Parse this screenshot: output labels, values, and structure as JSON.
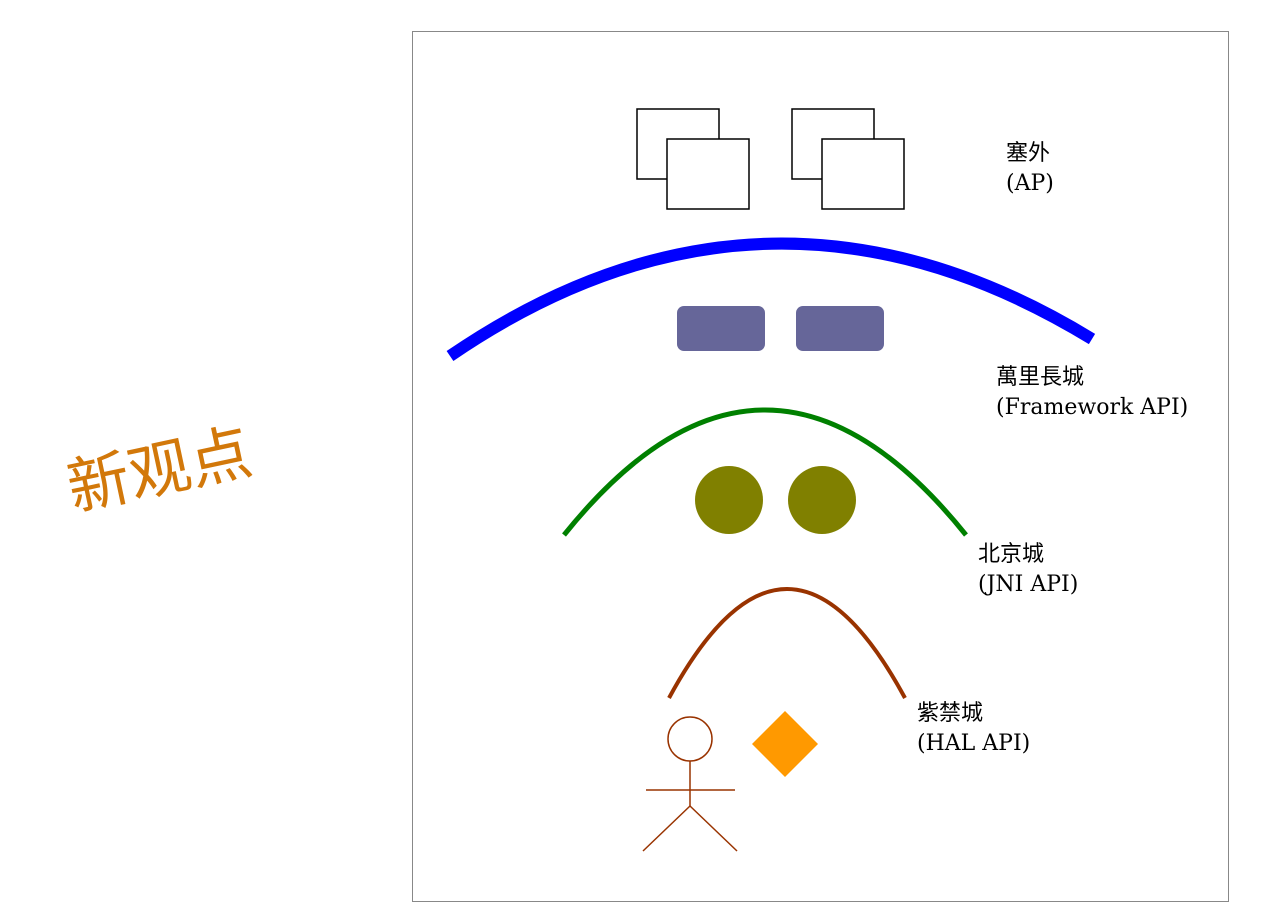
{
  "title": "新观点",
  "layers": [
    {
      "id": "ap",
      "name": "塞外",
      "api": "(AP)"
    },
    {
      "id": "framework",
      "name": "萬里長城",
      "api": "(Framework API)"
    },
    {
      "id": "jni",
      "name": "北京城",
      "api": "(JNI API)"
    },
    {
      "id": "hal",
      "name": "紫禁城",
      "api": "(HAL API)"
    }
  ],
  "colors": {
    "title": "#d2780a",
    "framework_wall": "#0000ff",
    "jni_wall": "#008000",
    "hal_wall": "#993300",
    "framework_block": "#666699",
    "jni_circle": "#808000",
    "hal_diamond": "#ff9900",
    "hal_person": "#993300",
    "border": "#888888"
  },
  "icons": [
    "window-stack-icon",
    "rounded-block-icon",
    "circle-icon",
    "diamond-icon",
    "stick-figure-icon"
  ]
}
